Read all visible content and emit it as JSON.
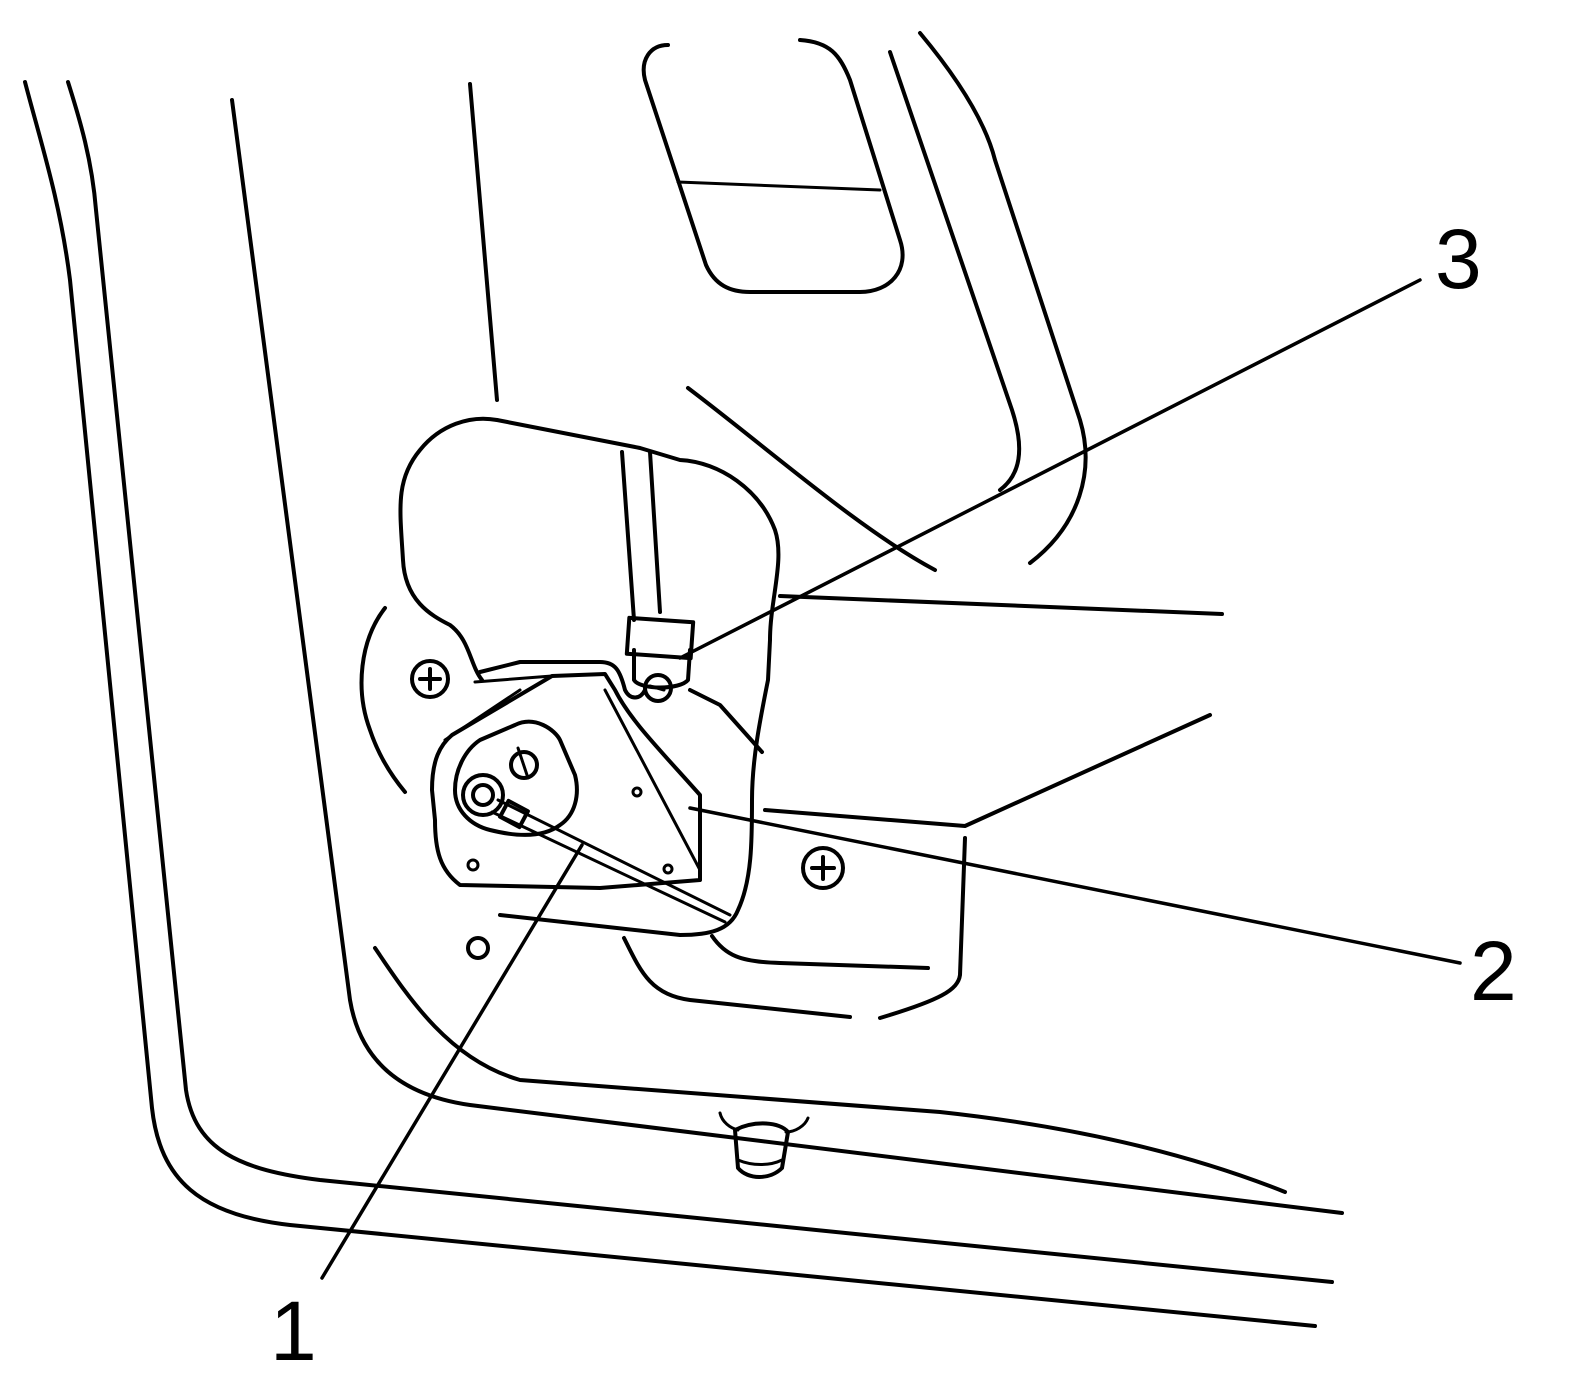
{
  "callouts": [
    {
      "id": "1",
      "label": "1"
    },
    {
      "id": "2",
      "label": "2"
    },
    {
      "id": "3",
      "label": "3"
    }
  ],
  "colors": {
    "line": "#000000",
    "background": "#ffffff"
  },
  "icons": [
    "screw-icon",
    "bolt-icon",
    "clip-icon"
  ]
}
